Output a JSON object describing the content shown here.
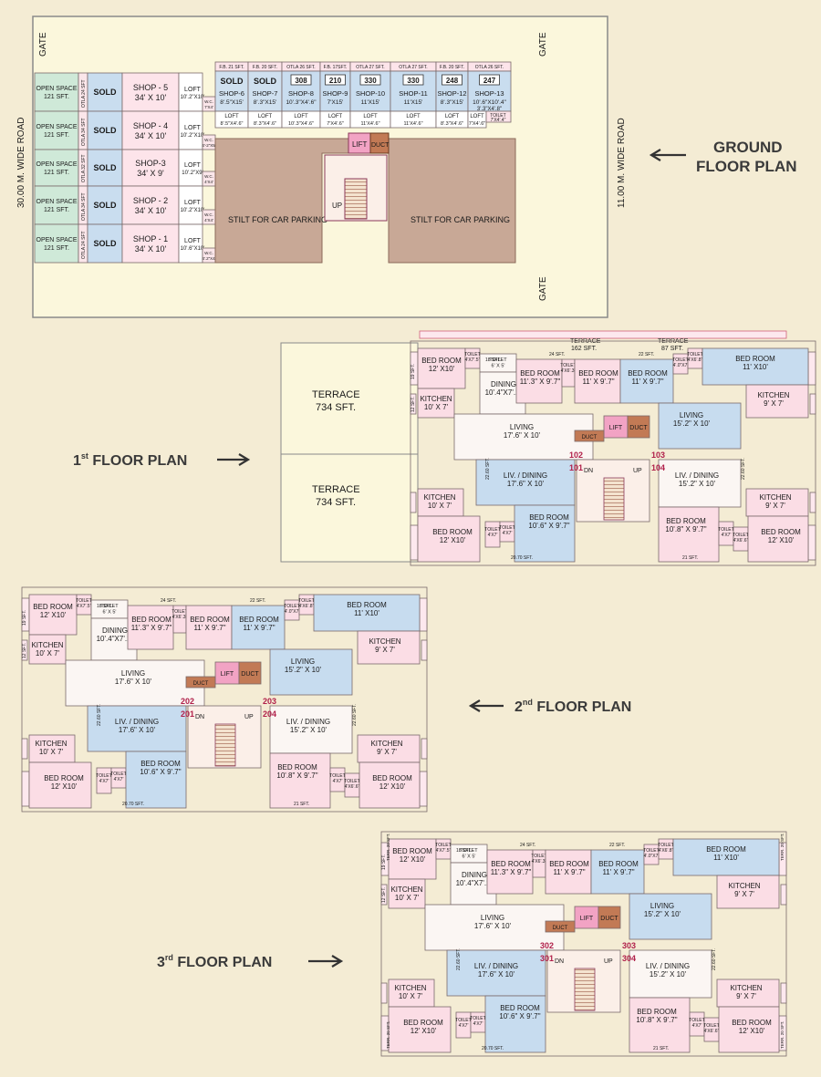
{
  "titles": {
    "ground": [
      "GROUND",
      "FLOOR PLAN"
    ],
    "first": {
      "base": "1",
      "sup": "st",
      "rest": " FLOOR PLAN"
    },
    "second": {
      "base": "2",
      "sup": "nd",
      "rest": " FLOOR PLAN"
    },
    "third": {
      "base": "3",
      "sup": "rd",
      "rest": " FLOOR PLAN"
    }
  },
  "ground": {
    "gate": "GATE",
    "road_west": "30.00 M. WIDE ROAD",
    "road_east": "11.00 M. WIDE ROAD",
    "open_space": [
      "OPEN SPACE",
      "121 SFT."
    ],
    "otla_left": [
      "OTLA 24 SFT",
      "OTLA 34 SFT",
      "OTLA 32 SFT",
      "OTLA 34 SFT",
      "OTLA 24 SFT"
    ],
    "sold": "SOLD",
    "left_shops": [
      {
        "name": "SHOP - 5",
        "size": "34' X 10'",
        "loft": [
          "LOFT",
          "10'.2\"X10'"
        ],
        "wc": [
          "W.C.",
          "7'X4'"
        ]
      },
      {
        "name": "SHOP - 4",
        "size": "34' X 10'",
        "loft": [
          "LOFT",
          "10'.2\"X10'"
        ],
        "wc": [
          "W.C.",
          "4'-2\"X5'"
        ]
      },
      {
        "name": "SHOP-3",
        "size": "34' X 9'",
        "loft": [
          "LOFT",
          "10'.2\"X9'"
        ],
        "wc": [
          "W.C.",
          "4'X4'"
        ]
      },
      {
        "name": "SHOP - 2",
        "size": "34' X 10'",
        "loft": [
          "LOFT",
          "10'.2\"X10'"
        ],
        "wc": [
          "W.C.",
          "4'X4'"
        ]
      },
      {
        "name": "SHOP - 1",
        "size": "34' X 10'",
        "loft": [
          "LOFT",
          "10'.6\"X10'"
        ],
        "wc": [
          "W.C.",
          "4'.2\"X4'"
        ]
      }
    ],
    "top_shops": [
      {
        "otla": "F.B. 21 SFT.",
        "badge": "SOLD",
        "name": "SHOP-6",
        "size": "8'.5\"X15'",
        "loft": [
          "LOFT",
          "8'.5\"X4'.6\""
        ]
      },
      {
        "otla": "F.B. 20 SFT.",
        "badge": "SOLD",
        "name": "SHOP-7",
        "size": "8'.3\"X15'",
        "loft": [
          "LOFT",
          "8'.3\"X4'.6\""
        ]
      },
      {
        "otla": "OTLA 26 SFT.",
        "badge": "308",
        "name": "SHOP-8",
        "size": "10'.3\"X4'.6\"",
        "loft": [
          "LOFT",
          "10'.3\"X4'.6\""
        ]
      },
      {
        "otla": "F.B. 17SFT.",
        "badge": "210",
        "name": "SHOP-9",
        "size": "7'X15'",
        "loft": [
          "LOFT",
          "7'X4'.6\""
        ]
      },
      {
        "otla": "OTLA 27 SFT.",
        "badge": "330",
        "name": "SHOP-10",
        "size": "11'X15'",
        "loft": [
          "LOFT",
          "11'X4'.6\""
        ]
      },
      {
        "otla": "OTLA 27 SFT.",
        "badge": "330",
        "name": "SHOP-11",
        "size": "11'X15'",
        "loft": [
          "LOFT",
          "11'X4'.6\""
        ]
      },
      {
        "otla": "F.B. 20 SFT.",
        "badge": "248",
        "name": "SHOP-12",
        "size": "8'.3\"X15'",
        "loft": [
          "LOFT",
          "8'.3\"X4'.6\""
        ]
      },
      {
        "otla": "OTLA 26 SFT.",
        "badge": "247",
        "name": "SHOP-13",
        "size": "10'.6\"X10'.4\"",
        "size2": "3'.3\"X4'.8\"",
        "loft": [
          "LOFT",
          "7'X4'.6\""
        ],
        "toilet": [
          "TOILET",
          "7'X4'.4\""
        ]
      }
    ],
    "lift": "LIFT",
    "duct": "DUCT",
    "up": "UP",
    "stilt": "STILT FOR CAR PARKING"
  },
  "first_floor": {
    "terrace_left": [
      "TERRACE",
      "734 SFT."
    ],
    "terrace_top_mid": [
      "TERRACE",
      "162 SFT."
    ],
    "terrace_top_right": [
      "TERRACE",
      "87 SFT."
    ],
    "units": [
      "102",
      "101",
      "103",
      "104"
    ]
  },
  "second_floor": {
    "units": [
      "202",
      "201",
      "203",
      "204"
    ]
  },
  "third_floor": {
    "units": [
      "302",
      "301",
      "303",
      "304"
    ],
    "terr": [
      "TERR. 20 SFT.",
      "TERR. 20 SFT.",
      "TERR. 20 SFT.",
      "TERR. 20 SFT."
    ]
  },
  "plan_rooms": {
    "bed_tl": [
      "BED ROOM",
      "12' X10'"
    ],
    "toilet_tl": [
      "TOILET",
      "4'X7'.5\""
    ],
    "toilet_tl2": [
      "TOILET",
      "6' X 5'"
    ],
    "dining": [
      "DINING",
      "10'.4\"X7'.2\""
    ],
    "bed_tm": [
      "BED ROOM",
      "11'.3\" X 9'.7\""
    ],
    "toilet_tm": [
      "TOILET",
      "4'X6'.3\""
    ],
    "bed_tm2": [
      "BED ROOM",
      "11' X 9'.7\""
    ],
    "bed_tm3": [
      "BED ROOM",
      "11' X 9'.7\""
    ],
    "toilet_tr": [
      "TOILET",
      "4'.0\"X7'"
    ],
    "toilet_tr2": [
      "TOILET",
      "4'X6'.8\""
    ],
    "bed_tr": [
      "BED ROOM",
      "11' X10'"
    ],
    "kitchen_l": [
      "KITCHEN",
      "10' X 7'"
    ],
    "kitchen_r": [
      "KITCHEN",
      "9' X 7'"
    ],
    "living_l": [
      "LIVING",
      "17'.6\" X 10'"
    ],
    "living_r": [
      "LIVING",
      "15'.2\" X 10'"
    ],
    "livdin_l": [
      "LIV. / DINING",
      "17'.6\" X 10'"
    ],
    "livdin_r": [
      "LIV. / DINING",
      "15'.2\" X 10'"
    ],
    "bed_bl": [
      "BED ROOM",
      "12' X10'"
    ],
    "bed_bm": [
      "BED ROOM",
      "10'.6\" X 9'.7\""
    ],
    "bed_bm2": [
      "BED ROOM",
      "10'.8\" X 9'.7\""
    ],
    "bed_br": [
      "BED ROOM",
      "12' X10'"
    ],
    "toilet_b": [
      "TOILET",
      "4'X7'"
    ],
    "toilet_b2": [
      "TOILET",
      "4'X7'"
    ],
    "toilet_b3": [
      "TOILET",
      "4'X7'"
    ],
    "toilet_b4": [
      "TOILET",
      "4'X6'.6\""
    ],
    "sft": [
      "19 SFT.",
      "12 SFT.",
      "18 SFT.",
      "24 SFT.",
      "22 SFT.",
      "20.70 SFT.",
      "21 SFT.",
      "22.60 SFT."
    ],
    "lift": "LIFT",
    "duct": "DUCT",
    "dn": "DN",
    "up": "UP"
  }
}
